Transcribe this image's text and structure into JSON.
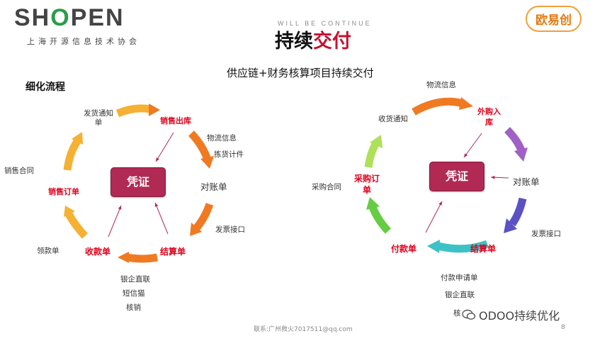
{
  "header": {
    "logo_text_left": "SH",
    "logo_text_o": "O",
    "logo_text_right": "PEN",
    "logo_subtitle": "上海开源信息技术协会",
    "tagline": "WILL BE CONTINUE",
    "title_black": "持续",
    "title_red": "交付",
    "brand_badge": "欧易创"
  },
  "subtitle": "供应链+财务核算项目持续交付",
  "left_diagram": {
    "section_title": "细化流程",
    "center": "凭证",
    "labels": {
      "ship_notice": "发货通知\n单",
      "sales_out": "销售出库",
      "logistics": "物流信息",
      "picking": "拣货计件",
      "reconcile": "对账单",
      "invoice_api": "发票接口",
      "settlement": "结算单",
      "bank": "银企直联",
      "sms": "短信猫",
      "writeoff": "核销",
      "receipt": "收款单",
      "payment_slip": "领款单",
      "sales_order": "销售订单",
      "sales_contract": "销售合同"
    }
  },
  "right_diagram": {
    "center": "凭证",
    "labels": {
      "logistics": "物流信息",
      "receive_notice": "收货通知",
      "purchase_in": "外购入\n库",
      "reconcile": "对账单",
      "invoice_api": "发票接口",
      "settlement": "结算单",
      "pay_request": "付款申请单",
      "bank": "银企直联",
      "writeoff": "核",
      "payment": "付款单",
      "purchase_order": "采购订\n单",
      "purchase_contract": "采购合同"
    }
  },
  "footer": {
    "contact": "联系:广州救火7017511@qq.com",
    "page": "8",
    "wechat": "ODOO持续优化"
  },
  "colors": {
    "orange": "#f07a22",
    "yellow": "#f5b133",
    "purple": "#a061c6",
    "indigo": "#5a52c4",
    "teal": "#3cc2c6",
    "green": "#66cc44",
    "voucher": "#b12a54",
    "red": "#e0001b"
  }
}
